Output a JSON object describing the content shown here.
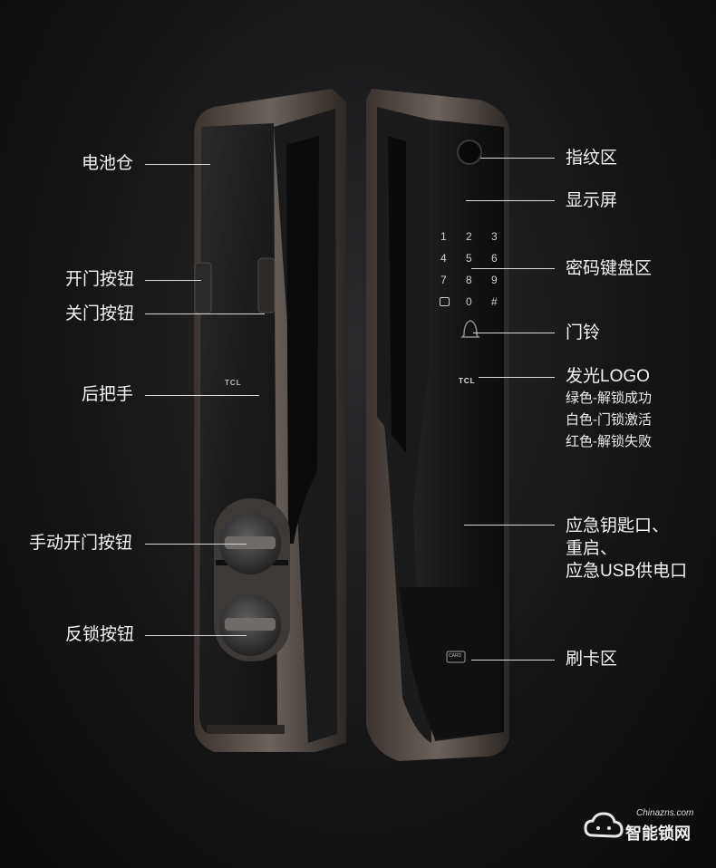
{
  "brand_logo": "TCL",
  "watermark": {
    "domain": "Chinazns.com",
    "name": "智能锁网"
  },
  "keypad": {
    "keys": [
      "1",
      "2",
      "3",
      "4",
      "5",
      "6",
      "7",
      "8",
      "9",
      "lock",
      "0",
      "#"
    ]
  },
  "card_icon_text": "CARD",
  "left_labels": {
    "battery": "电池仓",
    "open_button": "开门按钮",
    "close_button": "关门按钮",
    "rear_handle": "后把手",
    "manual_open": "手动开门按钮",
    "deadlock": "反锁按钮"
  },
  "right_labels": {
    "fingerprint": "指纹区",
    "display": "显示屏",
    "keypad": "密码键盘区",
    "doorbell": "门铃",
    "logo_title": "发光LOGO",
    "logo_green": "绿色-解锁成功",
    "logo_white": "白色-门锁激活",
    "logo_red": "红色-解锁失败",
    "emergency_1": "应急钥匙口、",
    "emergency_2": "重启、",
    "emergency_3": "应急USB供电口",
    "card": "刷卡区"
  }
}
